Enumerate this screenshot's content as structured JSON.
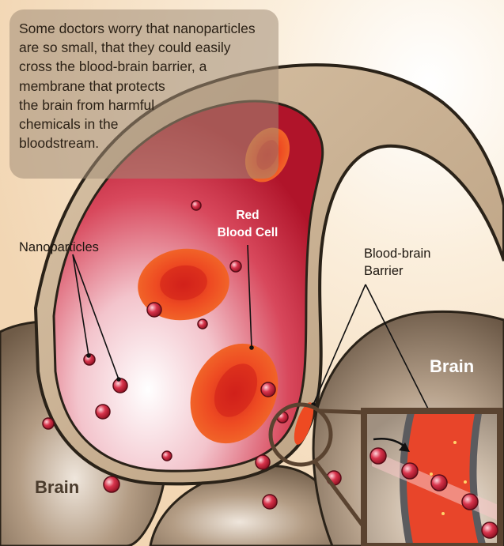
{
  "callout": {
    "text": "Some doctors worry that nanoparticles\nare so small, that they could easily\ncross the blood-brain barrier, a\nmembrane that protects\nthe brain from harmful\nchemicals in the\nbloodstream."
  },
  "labels": {
    "red_blood_cell": "Red\nBlood Cell",
    "nanoparticles": "Nanoparticles",
    "blood_brain_barrier": "Blood-brain\nBarrier",
    "brain_right": "Brain",
    "brain_left": "Brain"
  },
  "colors": {
    "background": "#f7e2c6",
    "vessel_wall": "#cbb398",
    "vessel_outline": "#2a2218",
    "blood_dark": "#b6172b",
    "blood_light": "#fde8ec",
    "red_cell": "#ee3d1e",
    "nanoparticle": "#c8203a",
    "brain_tissue": "#8f7a64",
    "inset_frame": "#5a4330"
  },
  "icons": [
    "arrow-icon"
  ]
}
